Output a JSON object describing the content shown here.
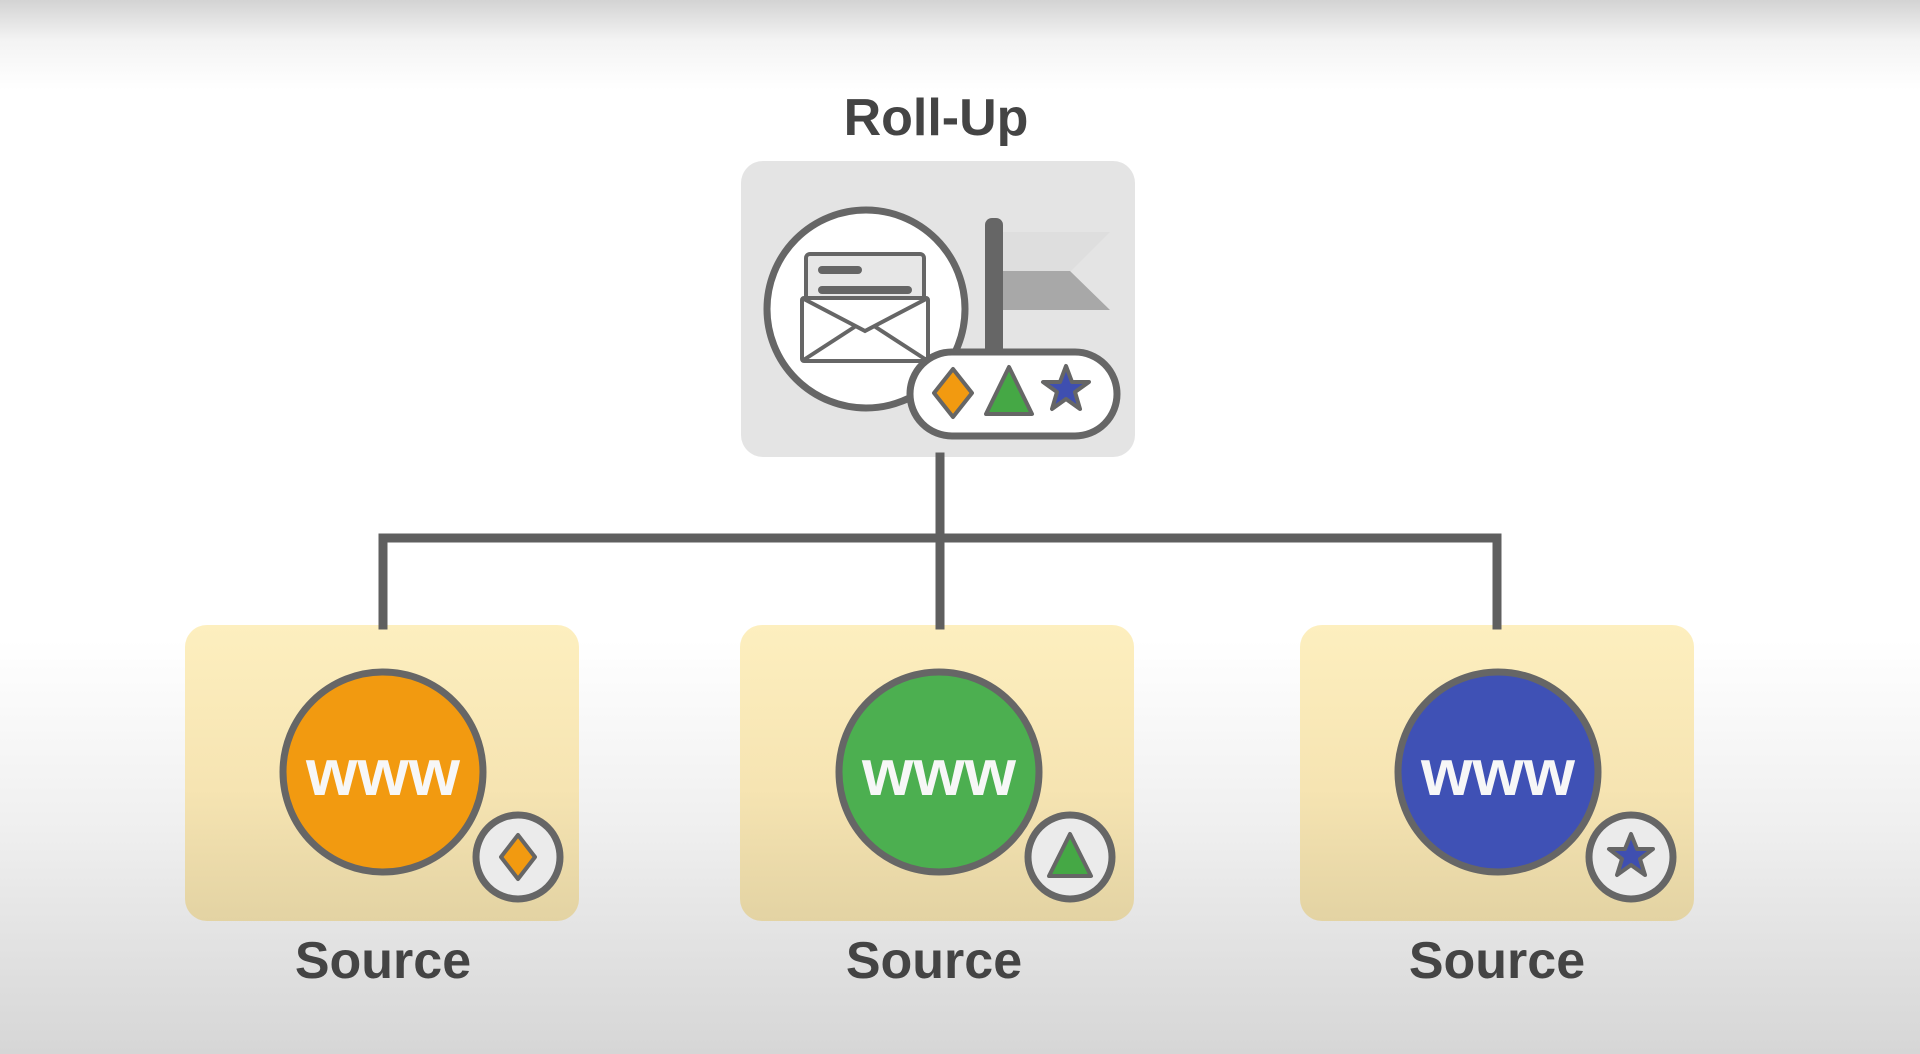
{
  "diagram": {
    "root": {
      "title": "Roll-Up",
      "badge_shapes": [
        "diamond",
        "triangle",
        "star"
      ]
    },
    "sources": [
      {
        "label": "Source",
        "globe_text": "www",
        "color": "#f29a10",
        "shape": "diamond",
        "shape_color": "#f29a10"
      },
      {
        "label": "Source",
        "globe_text": "www",
        "color": "#4caf50",
        "shape": "triangle",
        "shape_color": "#45a845"
      },
      {
        "label": "Source",
        "globe_text": "www",
        "color": "#3f51b5",
        "shape": "star",
        "shape_color": "#3f4fb0"
      }
    ],
    "colors": {
      "stroke": "#666666",
      "connector": "#5f5f5f",
      "rollup_card": "#e4e4e4",
      "source_card": "#fdefbf"
    }
  }
}
